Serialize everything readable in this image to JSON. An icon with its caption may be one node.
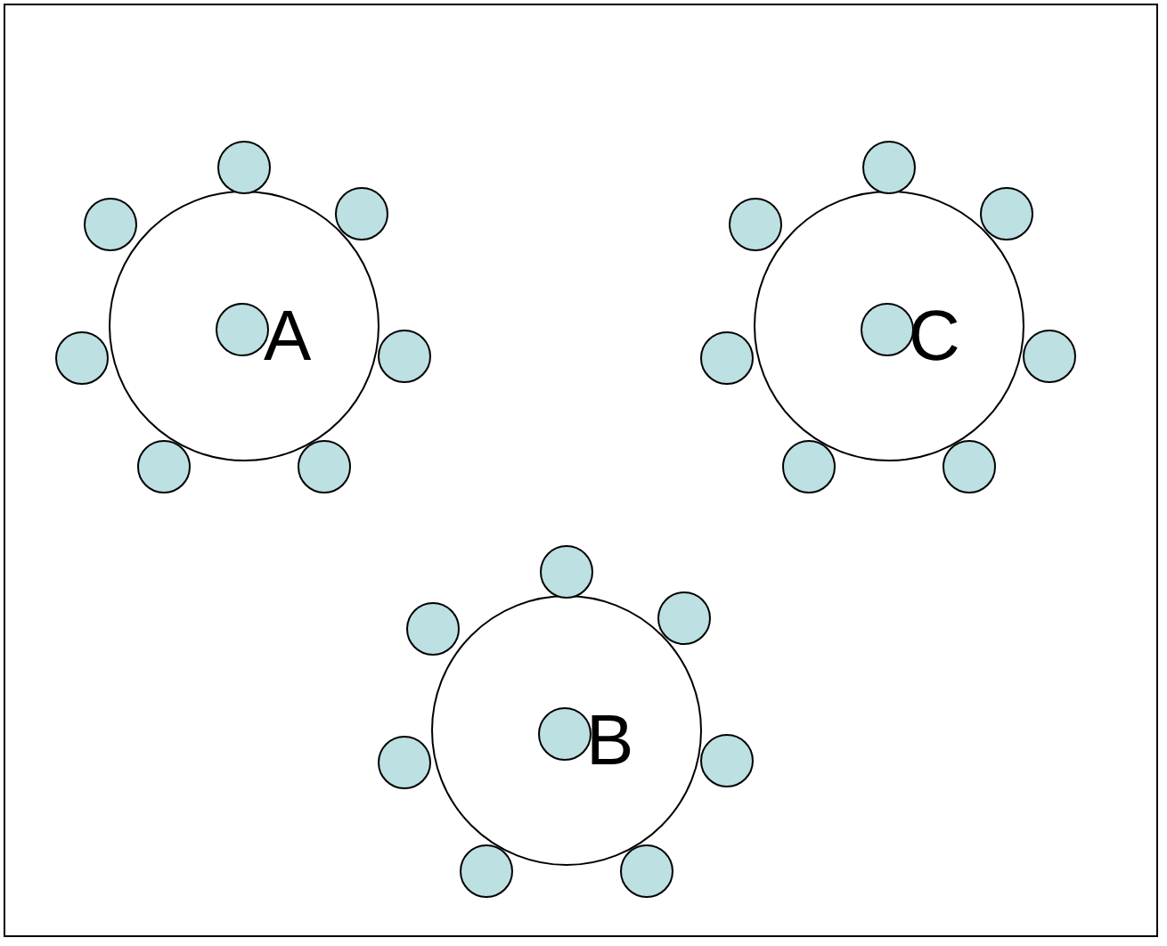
{
  "diagram": {
    "nodes": [
      {
        "text": [
          "A"
        ]
      },
      {
        "text": [],
        "shape": "circle",
        "in": 0
      },
      {
        "text": [],
        "shape": "circle"
      },
      {
        "text": [],
        "shape": "circle"
      },
      {
        "text": [],
        "shape": "circle"
      },
      {
        "text": [],
        "shape": "circle"
      },
      {
        "text": [],
        "shape": "circle"
      },
      {
        "text": [],
        "shape": "circle"
      },
      {
        "text": [],
        "shape": "circle"
      },
      {
        "text": [
          "C"
        ]
      },
      {
        "text": [],
        "shape": "circle",
        "in": 9
      },
      {
        "text": [],
        "shape": "circle"
      },
      {
        "text": [],
        "shape": "circle"
      },
      {
        "text": [],
        "shape": "circle"
      },
      {
        "text": [],
        "shape": "circle"
      },
      {
        "text": [],
        "shape": "circle"
      },
      {
        "text": [],
        "shape": "circle"
      },
      {
        "text": [],
        "shape": "circle"
      },
      {
        "text": [
          "B"
        ]
      },
      {
        "text": [],
        "shape": "circle",
        "in": 18
      },
      {
        "text": [],
        "shape": "circle"
      },
      {
        "text": [],
        "shape": "circle"
      },
      {
        "text": [],
        "shape": "circle"
      },
      {
        "text": [],
        "shape": "circle"
      },
      {
        "text": [],
        "shape": "circle"
      },
      {
        "text": [],
        "shape": "circle"
      },
      {
        "text": [],
        "shape": "circle"
      }
    ]
  }
}
